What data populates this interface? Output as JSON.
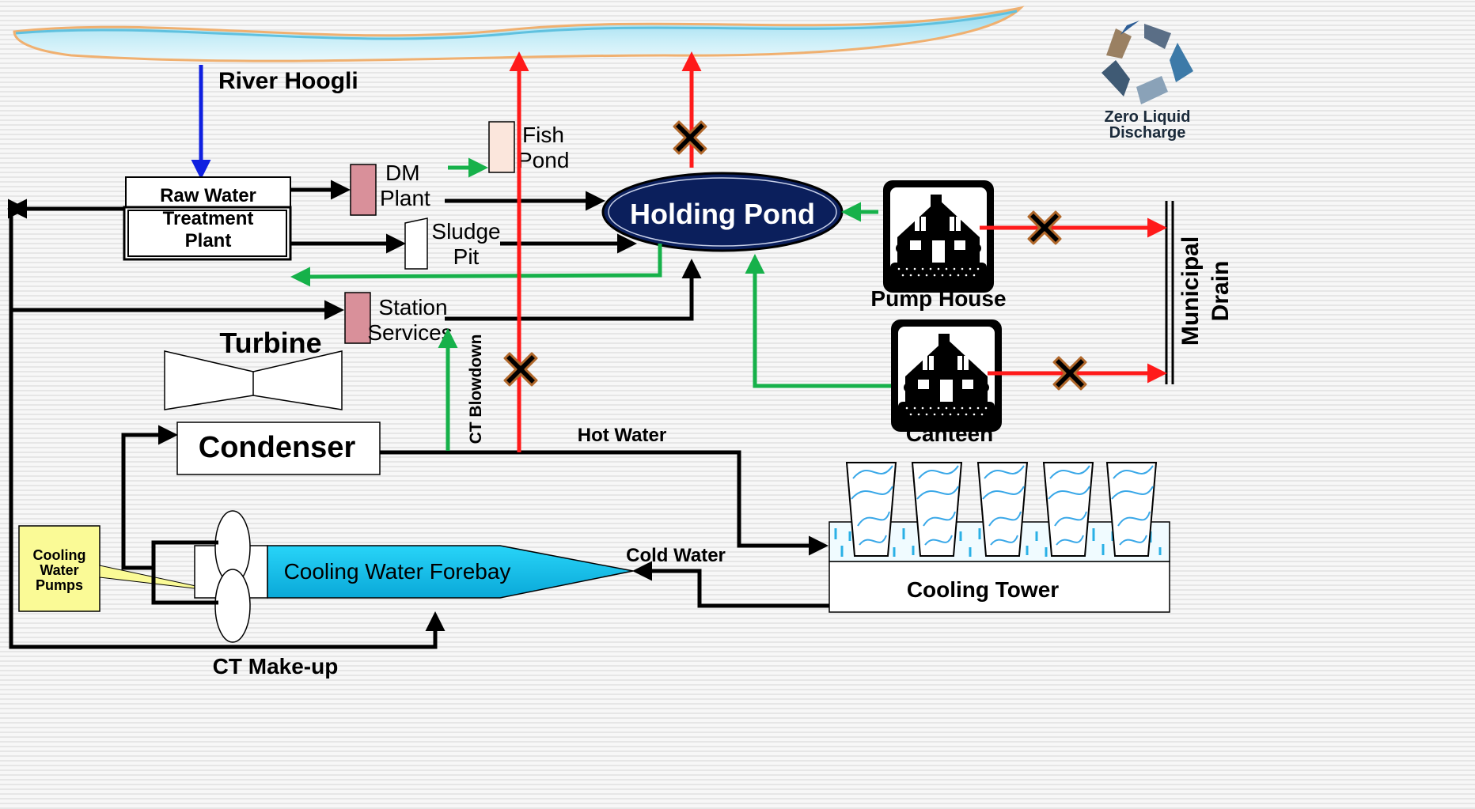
{
  "labels": {
    "river": "River Hoogli",
    "raw_water_1": "Raw Water",
    "raw_water_2": "Treatment",
    "raw_water_3": "Plant",
    "dm_1": "DM",
    "dm_2": "Plant",
    "fish_1": "Fish",
    "fish_2": "Pond",
    "sludge_1": "Sludge",
    "sludge_2": "Pit",
    "holding_pond": "Holding Pond",
    "station_1": "Station",
    "station_2": "Services",
    "turbine": "Turbine",
    "ct_blowdown": "CT Blowdown",
    "condenser": "Condenser",
    "hot_water": "Hot Water",
    "cold_water": "Cold Water",
    "cooling_tower": "Cooling Tower",
    "forebay": "Cooling Water Forebay",
    "pumps_1": "Cooling",
    "pumps_2": "Water",
    "pumps_3": "Pumps",
    "ct_makeup": "CT Make-up",
    "pump_house": "Pump House",
    "canteen": "Canteen",
    "municipal_1": "Municipal",
    "municipal_2": "Drain",
    "zld_1": "Zero Liquid",
    "zld_2": "Discharge"
  },
  "colors": {
    "recycle": "#16b14a",
    "discharge_blocked": "#ff1a1a",
    "intake": "#1020e0",
    "process": "#000000",
    "holding_pond_fill": "#0b1f5c",
    "forebay_fill": "#1ec8f0",
    "dm_station_fill": "#d9909a",
    "fish_pond_fill": "#fbe6dc",
    "pumps_box_fill": "#fafa96",
    "blocked_marker": "#b0672a"
  },
  "icons": {
    "blocked": "cross-icon",
    "building": "house-icon",
    "recycle": "recycle-icon"
  }
}
